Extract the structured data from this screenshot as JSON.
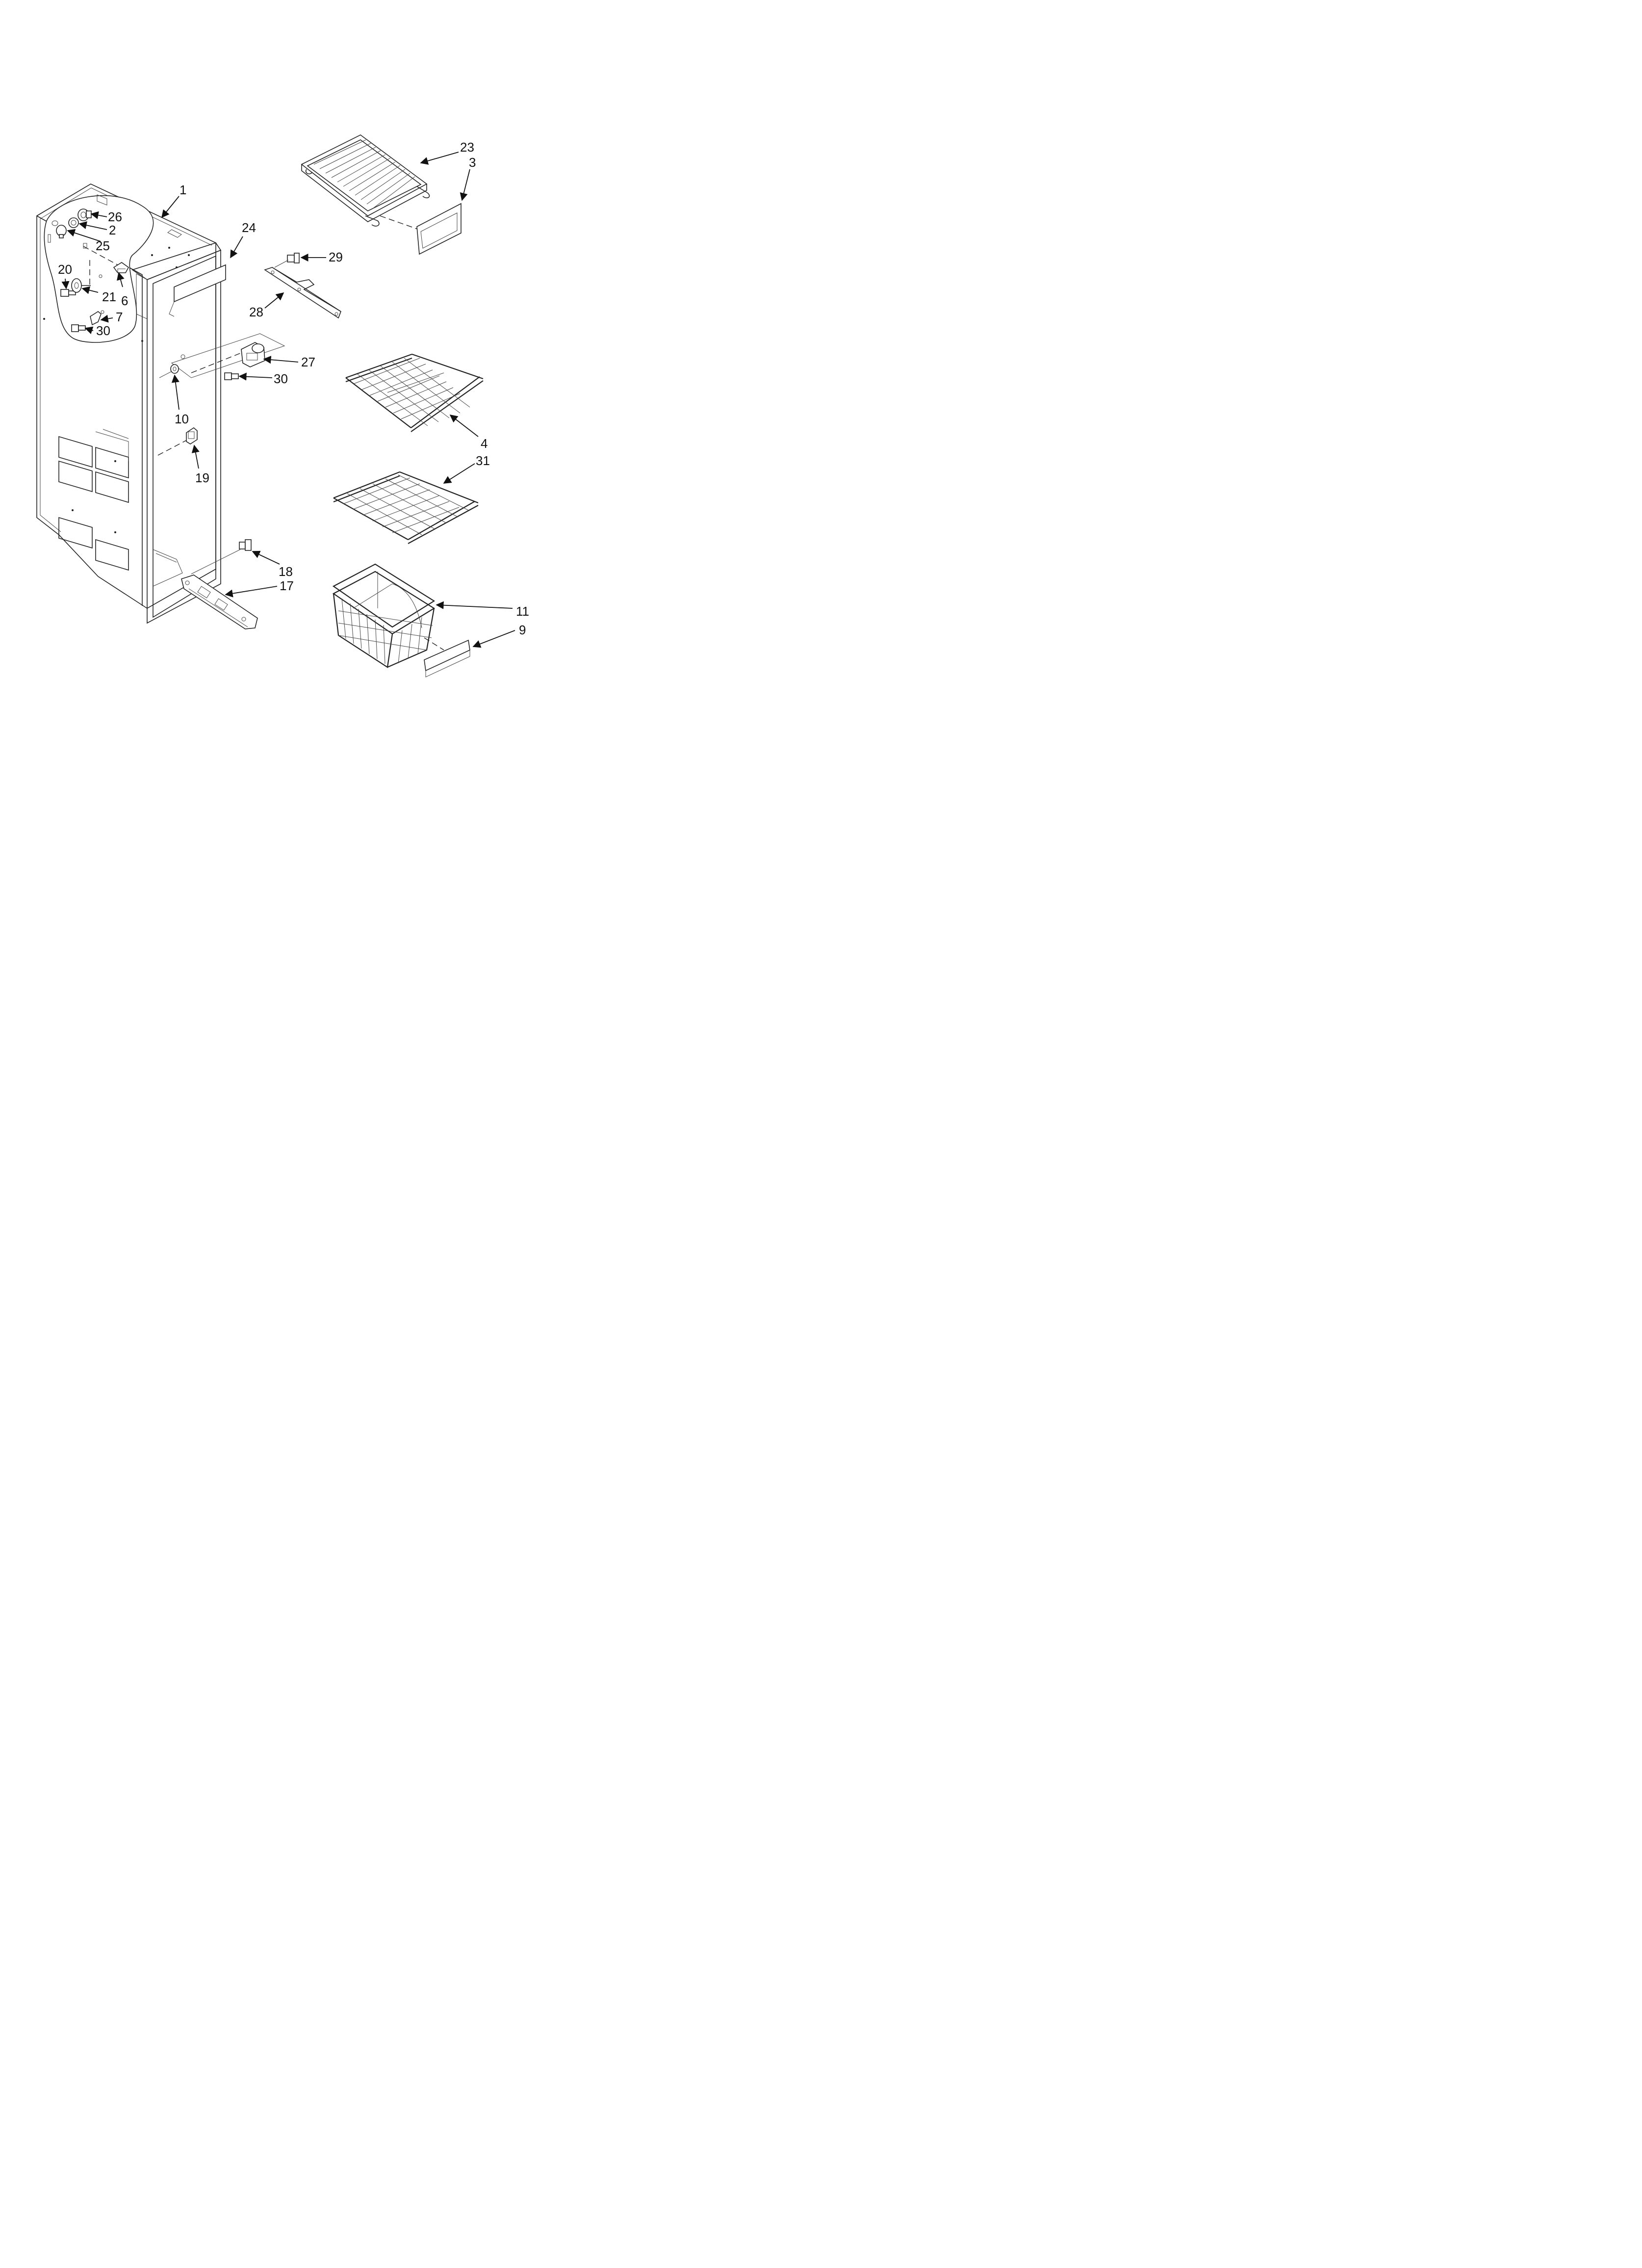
{
  "callouts": {
    "c1": "1",
    "c2": "2",
    "c3": "3",
    "c4": "4",
    "c6": "6",
    "c7": "7",
    "c9": "9",
    "c10": "10",
    "c11": "11",
    "c17": "17",
    "c18": "18",
    "c19": "19",
    "c20": "20",
    "c21": "21",
    "c23": "23",
    "c24": "24",
    "c25": "25",
    "c26": "26",
    "c27": "27",
    "c28": "28",
    "c29": "29",
    "c30a": "30",
    "c30b": "30",
    "c31": "31"
  }
}
